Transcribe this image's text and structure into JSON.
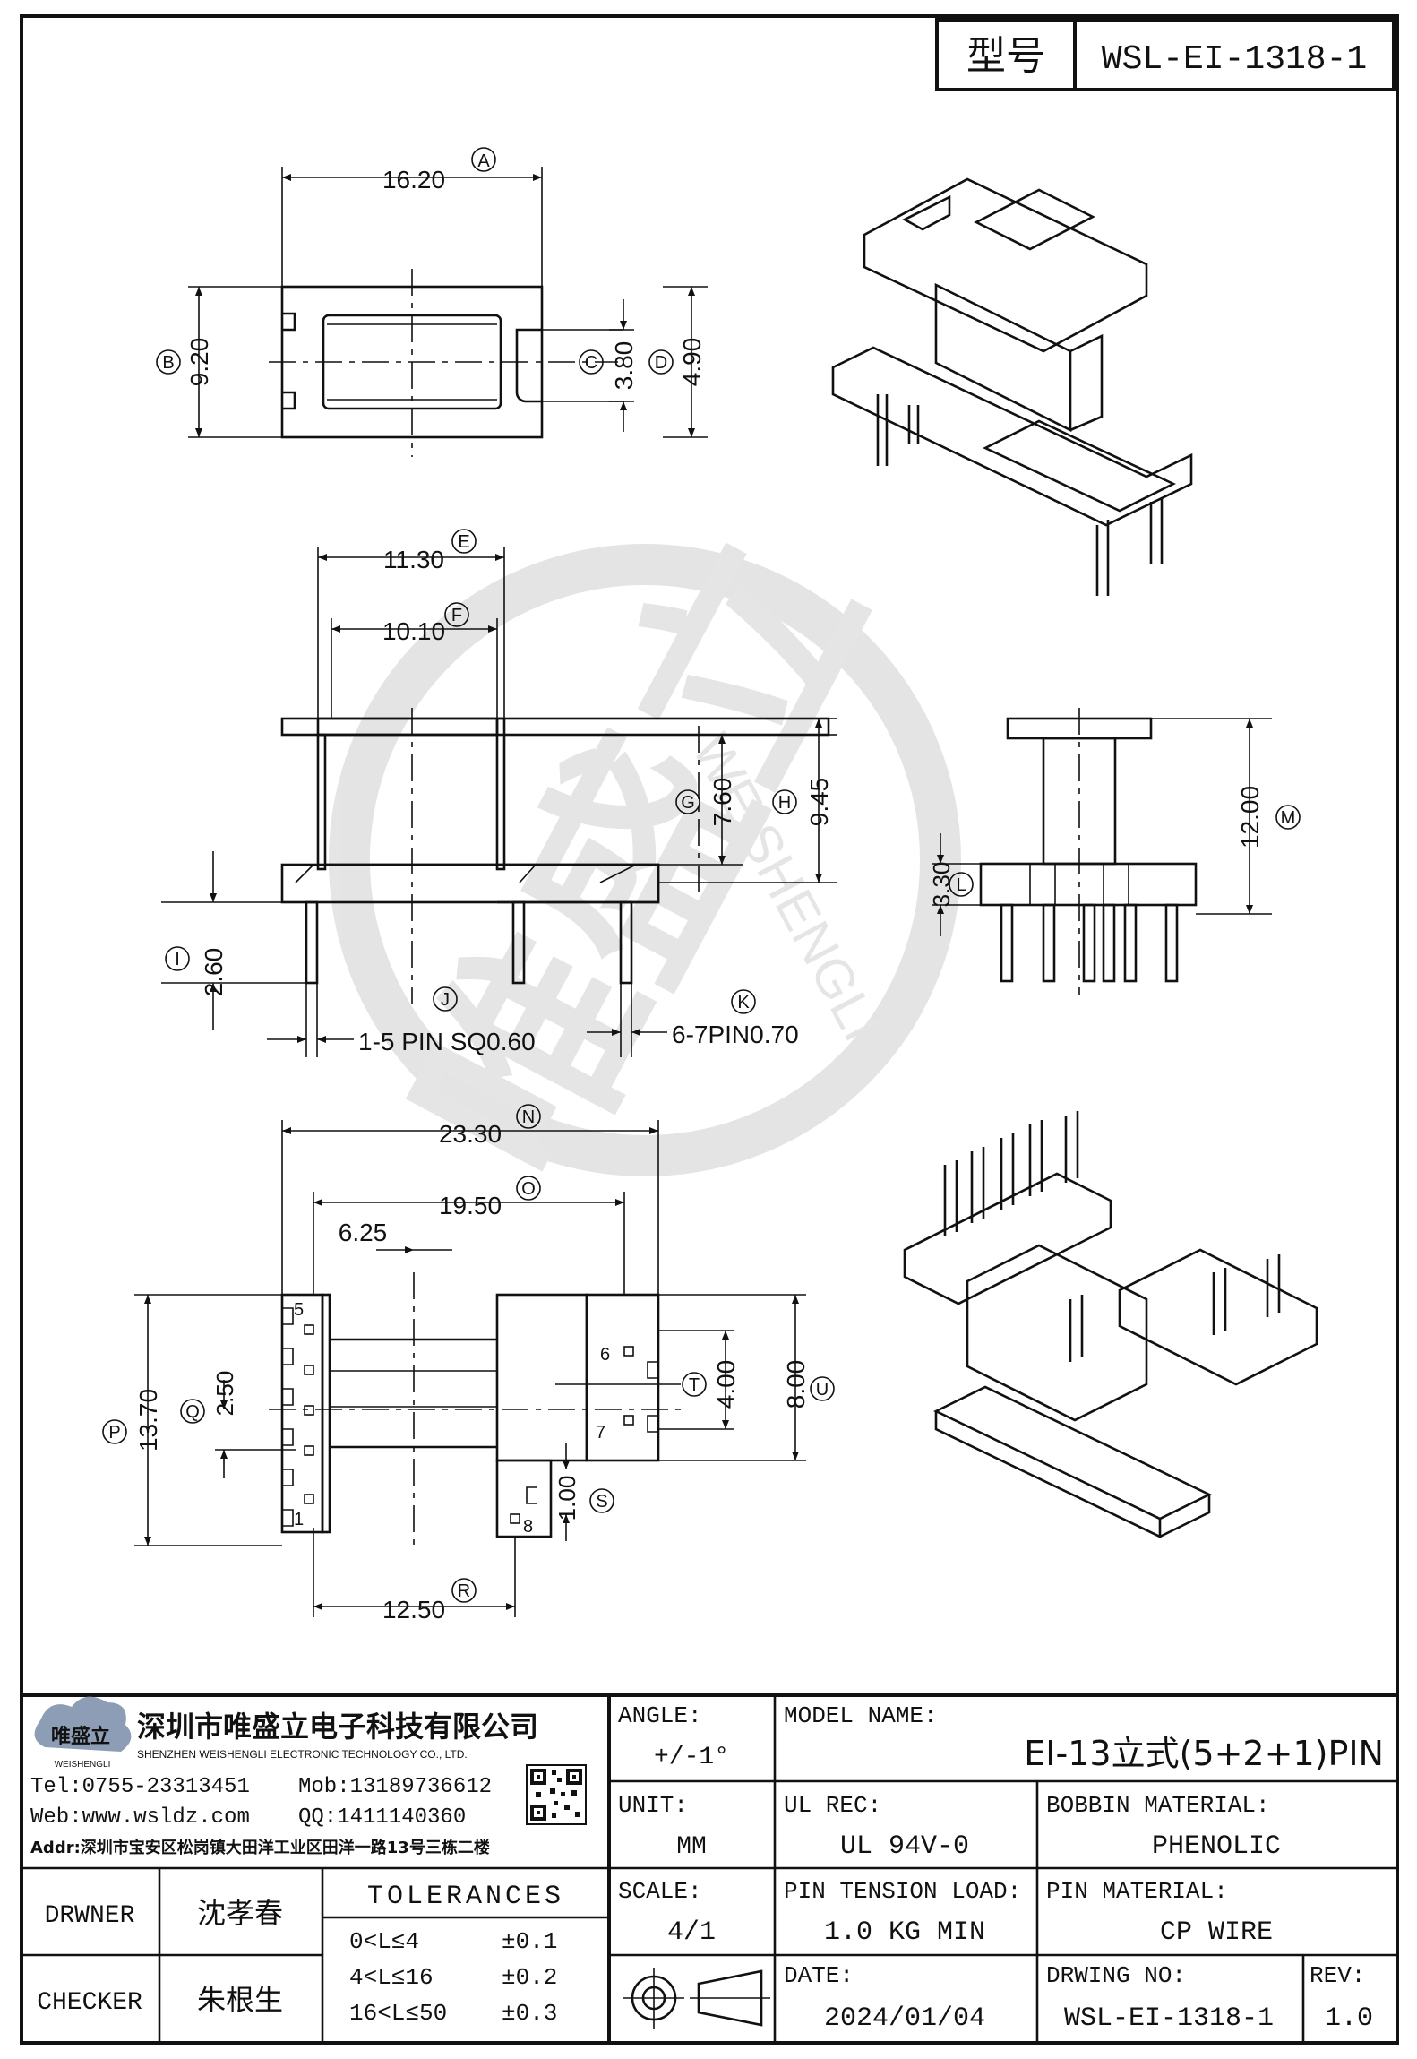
{
  "header": {
    "model_label": "型号",
    "model_value": "WSL-EI-1318-1"
  },
  "top_view": {
    "dim_a": "16.20",
    "tag_a": "A",
    "dim_b": "9.20",
    "tag_b": "B",
    "dim_c": "3.80",
    "tag_c": "C",
    "dim_d": "4.90",
    "tag_d": "D"
  },
  "front_view": {
    "dim_e": "11.30",
    "tag_e": "E",
    "dim_f": "10.10",
    "tag_f": "F",
    "dim_g": "7.60",
    "tag_g": "G",
    "dim_h": "9.45",
    "tag_h": "H",
    "dim_i": "2.60",
    "tag_i": "I",
    "tag_j": "J",
    "pin_1_5": "1-5 PIN SQ0.60",
    "tag_k": "K",
    "pin_6_7": "6-7PIN0.70"
  },
  "side_view": {
    "dim_m": "12.00",
    "tag_m": "M",
    "dim_l": "3.30",
    "tag_l": "L"
  },
  "bottom_view": {
    "dim_n": "23.30",
    "tag_n": "N",
    "dim_o": "19.50",
    "tag_o": "O",
    "dim_625": "6.25",
    "dim_p": "13.70",
    "tag_p": "P",
    "dim_q": "2.50",
    "tag_q": "Q",
    "dim_t": "4.00",
    "tag_t": "T",
    "dim_u": "8.00",
    "tag_u": "U",
    "dim_s": "1.00",
    "tag_s": "S",
    "dim_r": "12.50",
    "tag_r": "R",
    "pin_labels": [
      "5",
      "1",
      "6",
      "7",
      "8"
    ]
  },
  "watermark": {
    "brand_cn": "唯盛立",
    "brand_en": "WEISHENGLI"
  },
  "title_block": {
    "company_cn": "深圳市唯盛立电子科技有限公司",
    "company_en": "SHENZHEN WEISHENGLI ELECTRONIC TECHNOLOGY CO., LTD.",
    "logo_text": "唯盛立",
    "logo_sub": "WEISHENGLI",
    "tel": "Tel:0755-23313451",
    "mob": "Mob:13189736612",
    "web": "Web:www.wsldz.com",
    "qq": "QQ:1411140360",
    "addr": "Addr:深圳市宝安区松岗镇大田洋工业区田洋一路13号三栋二楼",
    "angle_label": "ANGLE:",
    "angle_value": "+/-1°",
    "model_name_label": "MODEL NAME:",
    "model_name_value": "EI-13立式(5+2+1)PIN",
    "unit_label": "UNIT:",
    "unit_value": "MM",
    "ul_label": "UL REC:",
    "ul_value": "UL 94V-0",
    "bobbin_label": "BOBBIN MATERIAL:",
    "bobbin_value": "PHENOLIC",
    "drawer_label": "DRWNER",
    "drawer_value": "沈孝春",
    "tolerances_label": "TOLERANCES",
    "scale_label": "SCALE:",
    "scale_value": "4/1",
    "tension_label": "PIN TENSION LOAD:",
    "tension_value": "1.0 KG MIN",
    "pin_mat_label": "PIN MATERIAL:",
    "pin_mat_value": "CP WIRE",
    "tol_rows": [
      {
        "range": "0<L≤4",
        "value": "±0.1"
      },
      {
        "range": "4<L≤16",
        "value": "±0.2"
      },
      {
        "range": "16<L≤50",
        "value": "±0.3"
      }
    ],
    "checker_label": "CHECKER",
    "checker_value": "朱根生",
    "date_label": "DATE:",
    "date_value": "2024/01/04",
    "drwing_label": "DRWING NO:",
    "drwing_value": "WSL-EI-1318-1",
    "rev_label": "REV:",
    "rev_value": "1.0"
  }
}
